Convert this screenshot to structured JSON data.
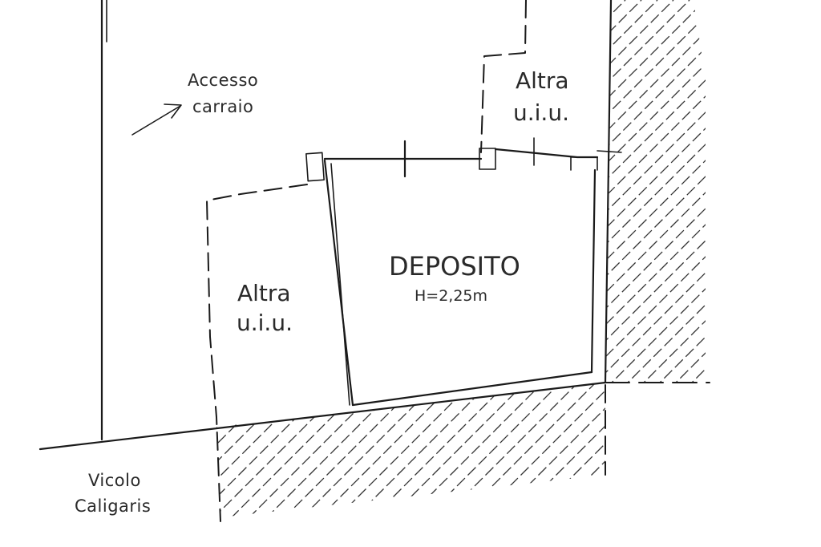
{
  "labels": {
    "access_line1": "Accesso",
    "access_line2": "carraio",
    "other_unit_top_line1": "Altra",
    "other_unit_top_line2": "u.i.u.",
    "other_unit_left_line1": "Altra",
    "other_unit_left_line2": "u.i.u.",
    "room_name": "DEPOSITO",
    "room_height": "H=2,25m",
    "street_line1": "Vicolo",
    "street_line2": "Caligaris"
  },
  "colors": {
    "ink": "#1a1a1a",
    "background": "#ffffff"
  }
}
